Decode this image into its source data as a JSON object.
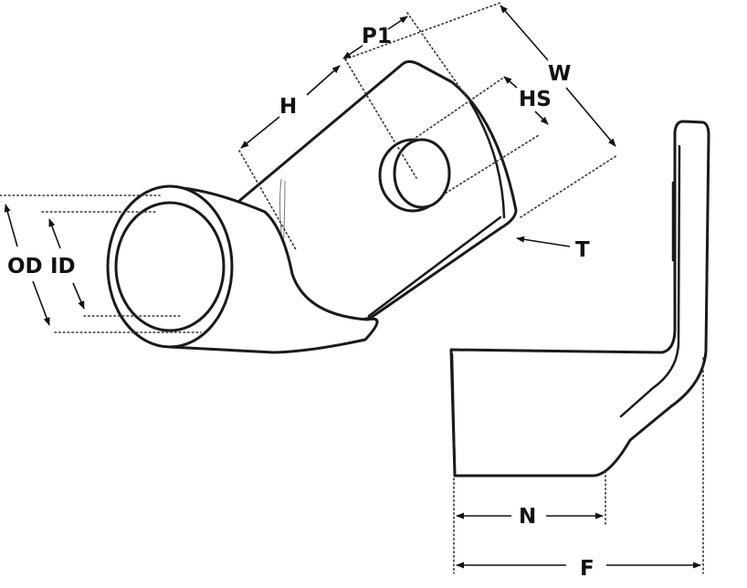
{
  "diagram": {
    "labels": {
      "od": "OD",
      "id": "ID",
      "h": "H",
      "p1": "P1",
      "hs": "HS",
      "w": "W",
      "t": "T",
      "n": "N",
      "f": "F"
    }
  }
}
